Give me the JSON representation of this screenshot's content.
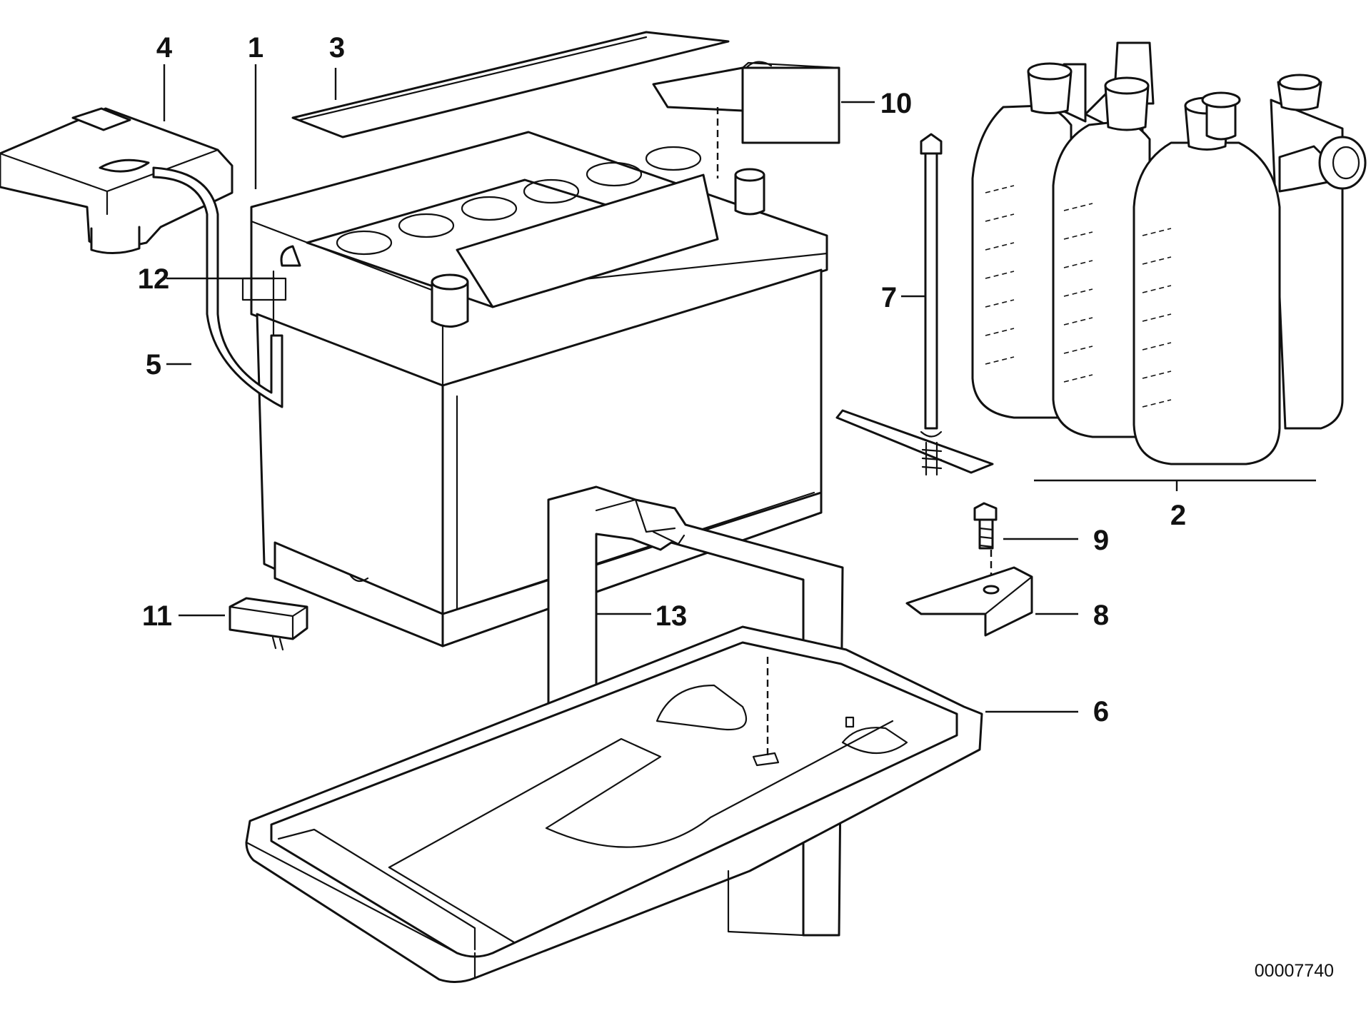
{
  "diagram": {
    "callouts": [
      "1",
      "2",
      "3",
      "4",
      "5",
      "6",
      "7",
      "8",
      "9",
      "10",
      "11",
      "12",
      "13"
    ],
    "reference_number": "00007740",
    "colors": {
      "line": "#111111",
      "background": "#ffffff"
    }
  }
}
